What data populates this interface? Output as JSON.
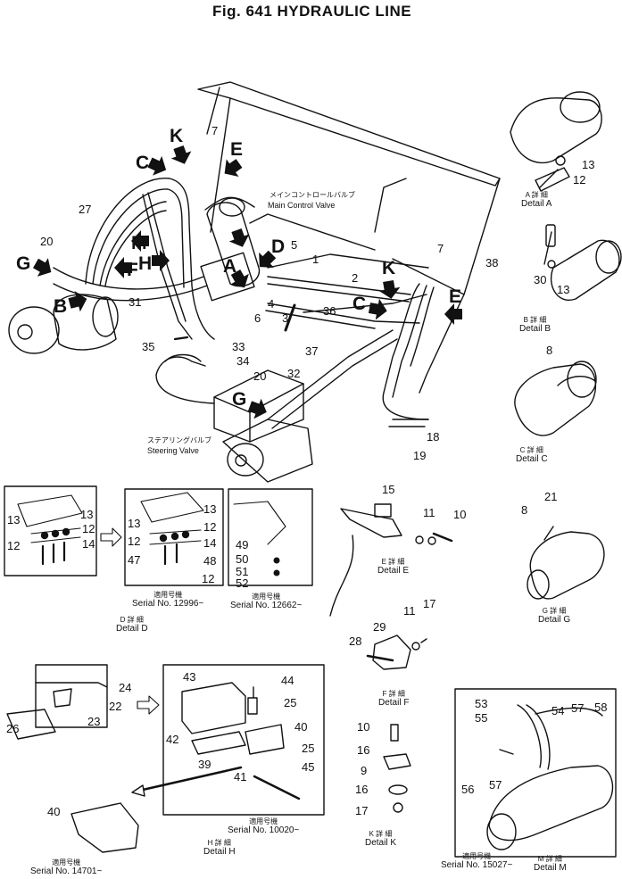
{
  "title": "Fig. 641  HYDRAULIC LINE",
  "callouts": {
    "main_control_valve_jp": "メインコントロールバルブ",
    "main_control_valve": "Main Control Valve",
    "steering_valve_jp": "ステアリングバルブ",
    "steering_valve": "Steering Valve"
  },
  "details": {
    "a": {
      "jp": "A 詳 細",
      "en": "Detail A"
    },
    "b": {
      "jp": "B 詳 細",
      "en": "Detail B"
    },
    "c": {
      "jp": "C 詳 細",
      "en": "Detail C"
    },
    "d": {
      "jp": "D 詳 細",
      "en": "Detail D",
      "serial_jp": "適用号機",
      "serial": "Serial No. 12996~"
    },
    "d2": {
      "serial_jp": "適用号機",
      "serial": "Serial No. 12662~"
    },
    "e": {
      "jp": "E 詳 細",
      "en": "Detail E"
    },
    "f": {
      "jp": "F 詳 細",
      "en": "Detail F"
    },
    "g": {
      "jp": "G 詳 細",
      "en": "Detail G"
    },
    "h": {
      "jp": "H 詳 細",
      "en": "Detail H",
      "serial_jp": "適用号機",
      "serial": "Serial No. 10020~"
    },
    "h2": {
      "serial_jp": "適用号機",
      "serial": "Serial No. 14701~"
    },
    "k": {
      "jp": "K 詳 細",
      "en": "Detail K"
    },
    "m": {
      "jp": "M 詳 細",
      "en": "Detail M",
      "serial_jp": "適用号機",
      "serial": "Serial No. 15027~"
    }
  },
  "main_letters": {
    "k1": "K",
    "c1": "C",
    "e1": "E",
    "m": "M",
    "g1": "G",
    "b": "B",
    "f": "F",
    "h": "H",
    "a": "A",
    "d": "D",
    "k2": "K",
    "c2": "C",
    "e2": "E",
    "g2": "G"
  },
  "main_numbers": {
    "n7a": "7",
    "n27": "27",
    "n20a": "20",
    "n31": "31",
    "n35": "35",
    "n33": "33",
    "n34": "34",
    "n5": "5",
    "n1": "1",
    "n2": "2",
    "n4": "4",
    "n6": "6",
    "n3": "3",
    "n36": "36",
    "n37": "37",
    "n32": "32",
    "n20b": "20",
    "n7b": "7",
    "n18": "18",
    "n19": "19"
  },
  "detail_numbers": {
    "a13": "13",
    "a12": "12",
    "b38": "38",
    "b30": "30",
    "b13": "13",
    "c8": "8",
    "g21": "21",
    "g8": "8",
    "e15": "15",
    "e11": "11",
    "e10": "10",
    "d1_13a": "13",
    "d1_13b": "13",
    "d1_12a": "12",
    "d1_12b": "12",
    "d1_14": "14",
    "d2_13a": "13",
    "d2_13b": "13",
    "d2_12a": "12",
    "d2_12b": "12",
    "d2_14": "14",
    "d2_47": "47",
    "d2_48": "48",
    "d2_12c": "12",
    "d3_49": "49",
    "d3_50": "50",
    "d3_51": "51",
    "d3_52": "52",
    "f29": "29",
    "f11": "11",
    "f17": "17",
    "f28": "28",
    "h24": "24",
    "h22": "22",
    "h23": "23",
    "h26": "26",
    "h43": "43",
    "h44": "44",
    "h25a": "25",
    "h42": "42",
    "h40a": "40",
    "h39": "39",
    "h25b": "25",
    "h45": "45",
    "h41": "41",
    "h40b": "40",
    "k10": "10",
    "k16a": "16",
    "k9": "9",
    "k16b": "16",
    "k17": "17",
    "m53": "53",
    "m55": "55",
    "m54": "54",
    "m57a": "57",
    "m58": "58",
    "m56": "56",
    "m57b": "57"
  }
}
